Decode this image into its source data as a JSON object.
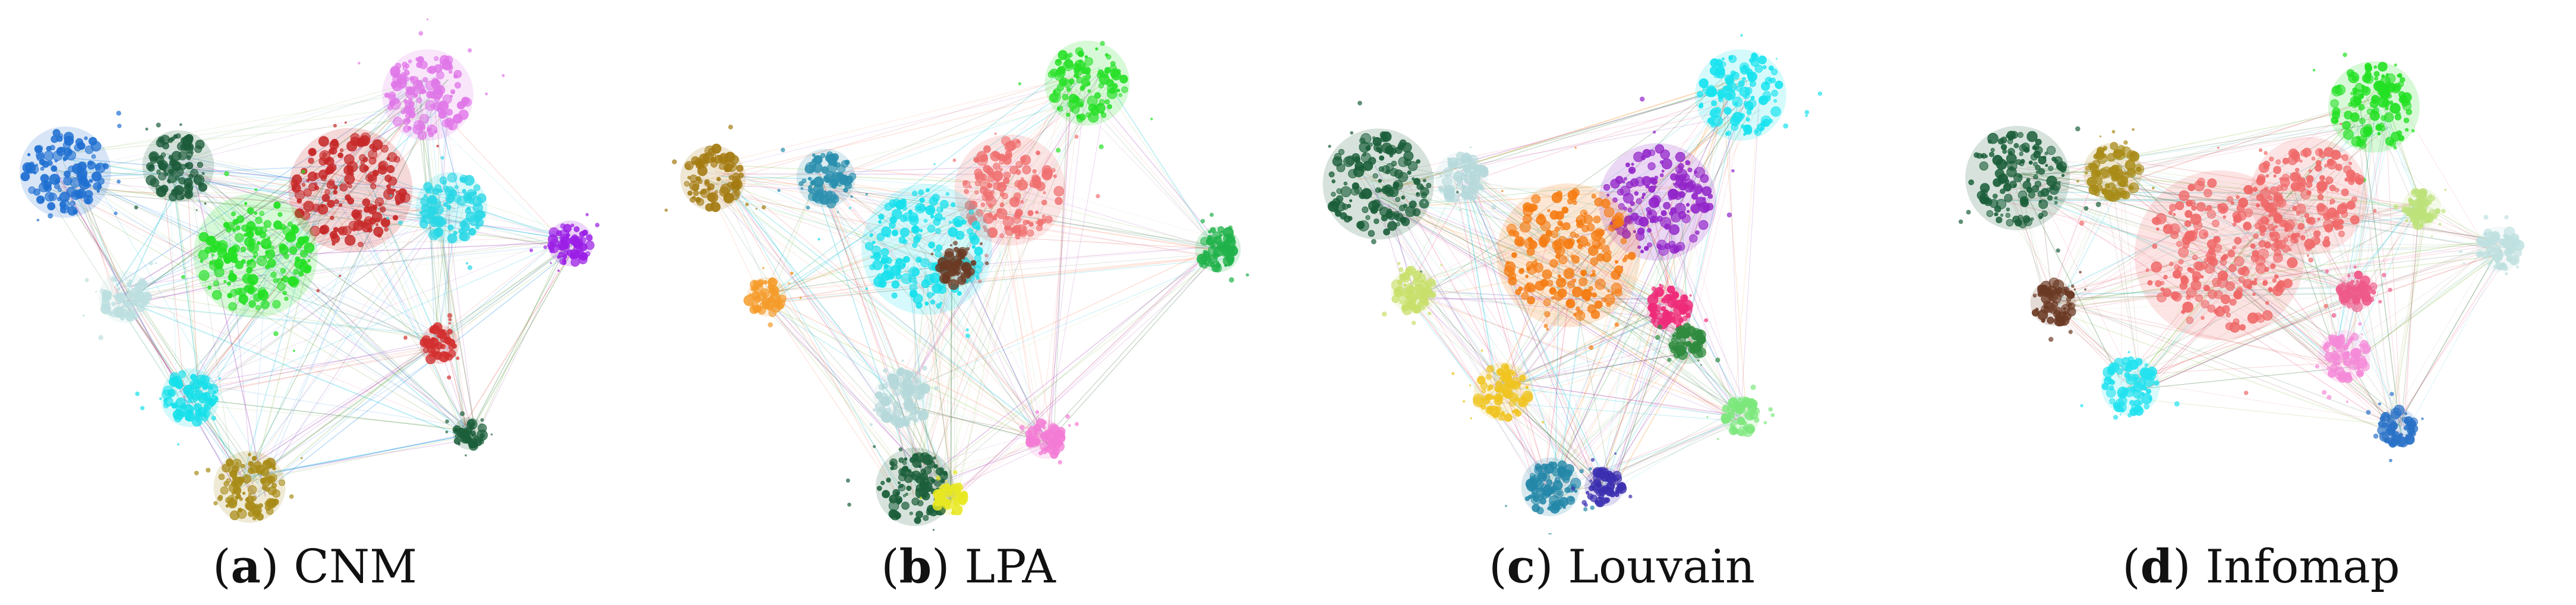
{
  "figure": {
    "panels": [
      {
        "letter": "a",
        "method": "CNM",
        "edge_colors": [
          "#2e7d32",
          "#d93a2b",
          "#8e24aa",
          "#1e88e5",
          "#00bcd4",
          "#7cb342"
        ],
        "clusters": [
          {
            "color": "#1f6fd1",
            "shape": "blob"
          },
          {
            "color": "#1d5c3b",
            "shape": "blob"
          },
          {
            "color": "#e077e8",
            "shape": "blob"
          },
          {
            "color": "#c62828",
            "shape": "blob"
          },
          {
            "color": "#22e022",
            "shape": "blob"
          },
          {
            "color": "#29d7e6",
            "shape": "blob"
          },
          {
            "color": "#9b1ee6",
            "shape": "blob"
          },
          {
            "color": "#bcdfe0",
            "shape": "blob"
          },
          {
            "color": "#15e0ea",
            "shape": "blob"
          },
          {
            "color": "#a88b17",
            "shape": "blob"
          },
          {
            "color": "#1b5e3a",
            "shape": "blob"
          },
          {
            "color": "#d32f2f",
            "shape": "blob"
          }
        ]
      },
      {
        "letter": "b",
        "method": "LPA",
        "edge_colors": [
          "#1b5e20",
          "#e57373",
          "#26c6da",
          "#ab47bc",
          "#9ccc65",
          "#ff8a65"
        ],
        "clusters": [
          {
            "color": "#a47b12",
            "shape": "blob"
          },
          {
            "color": "#2a8fae",
            "shape": "blob"
          },
          {
            "color": "#28e028",
            "shape": "blob"
          },
          {
            "color": "#f07070",
            "shape": "blob"
          },
          {
            "color": "#16e0ec",
            "shape": "blob"
          },
          {
            "color": "#1b5e3a",
            "shape": "blob"
          },
          {
            "color": "#b5d8da",
            "shape": "blob"
          },
          {
            "color": "#e8e822",
            "shape": "blob"
          },
          {
            "color": "#f37bd5",
            "shape": "blob"
          },
          {
            "color": "#20b24a",
            "shape": "blob"
          },
          {
            "color": "#f59b2a",
            "shape": "blob"
          },
          {
            "color": "#6b3a24",
            "shape": "blob"
          }
        ]
      },
      {
        "letter": "c",
        "method": "Louvain",
        "edge_colors": [
          "#1b5e20",
          "#8e24aa",
          "#f57c00",
          "#26c6da",
          "#66bb6a",
          "#ec407a"
        ],
        "clusters": [
          {
            "color": "#1b5e3a",
            "shape": "blob"
          },
          {
            "color": "#18e3ef",
            "shape": "blob"
          },
          {
            "color": "#9225c9",
            "shape": "blob"
          },
          {
            "color": "#f57c12",
            "shape": "blob"
          },
          {
            "color": "#f0c420",
            "shape": "blob"
          },
          {
            "color": "#2487a8",
            "shape": "blob"
          },
          {
            "color": "#b6d9db",
            "shape": "blob"
          },
          {
            "color": "#c8e06a",
            "shape": "blob"
          },
          {
            "color": "#ee2b79",
            "shape": "blob"
          },
          {
            "color": "#2f8a3e",
            "shape": "blob"
          },
          {
            "color": "#3b2fb0",
            "shape": "blob"
          },
          {
            "color": "#7ce87c",
            "shape": "blob"
          }
        ]
      },
      {
        "letter": "d",
        "method": "Infomap",
        "edge_colors": [
          "#1b5e20",
          "#e57373",
          "#26c6da",
          "#f06292",
          "#8bc34a",
          "#a1887f"
        ],
        "clusters": [
          {
            "color": "#1b5e3a",
            "shape": "blob"
          },
          {
            "color": "#a88b17",
            "shape": "blob"
          },
          {
            "color": "#22e022",
            "shape": "blob"
          },
          {
            "color": "#f06a6a",
            "shape": "blob"
          },
          {
            "color": "#ef6767",
            "shape": "blob"
          },
          {
            "color": "#22e2ef",
            "shape": "blob"
          },
          {
            "color": "#6b3a24",
            "shape": "blob"
          },
          {
            "color": "#f58ad8",
            "shape": "blob"
          },
          {
            "color": "#2a72c7",
            "shape": "blob"
          },
          {
            "color": "#bfe0e0",
            "shape": "blob"
          },
          {
            "color": "#ee5a8a",
            "shape": "blob"
          },
          {
            "color": "#bde27a",
            "shape": "blob"
          }
        ]
      }
    ]
  }
}
